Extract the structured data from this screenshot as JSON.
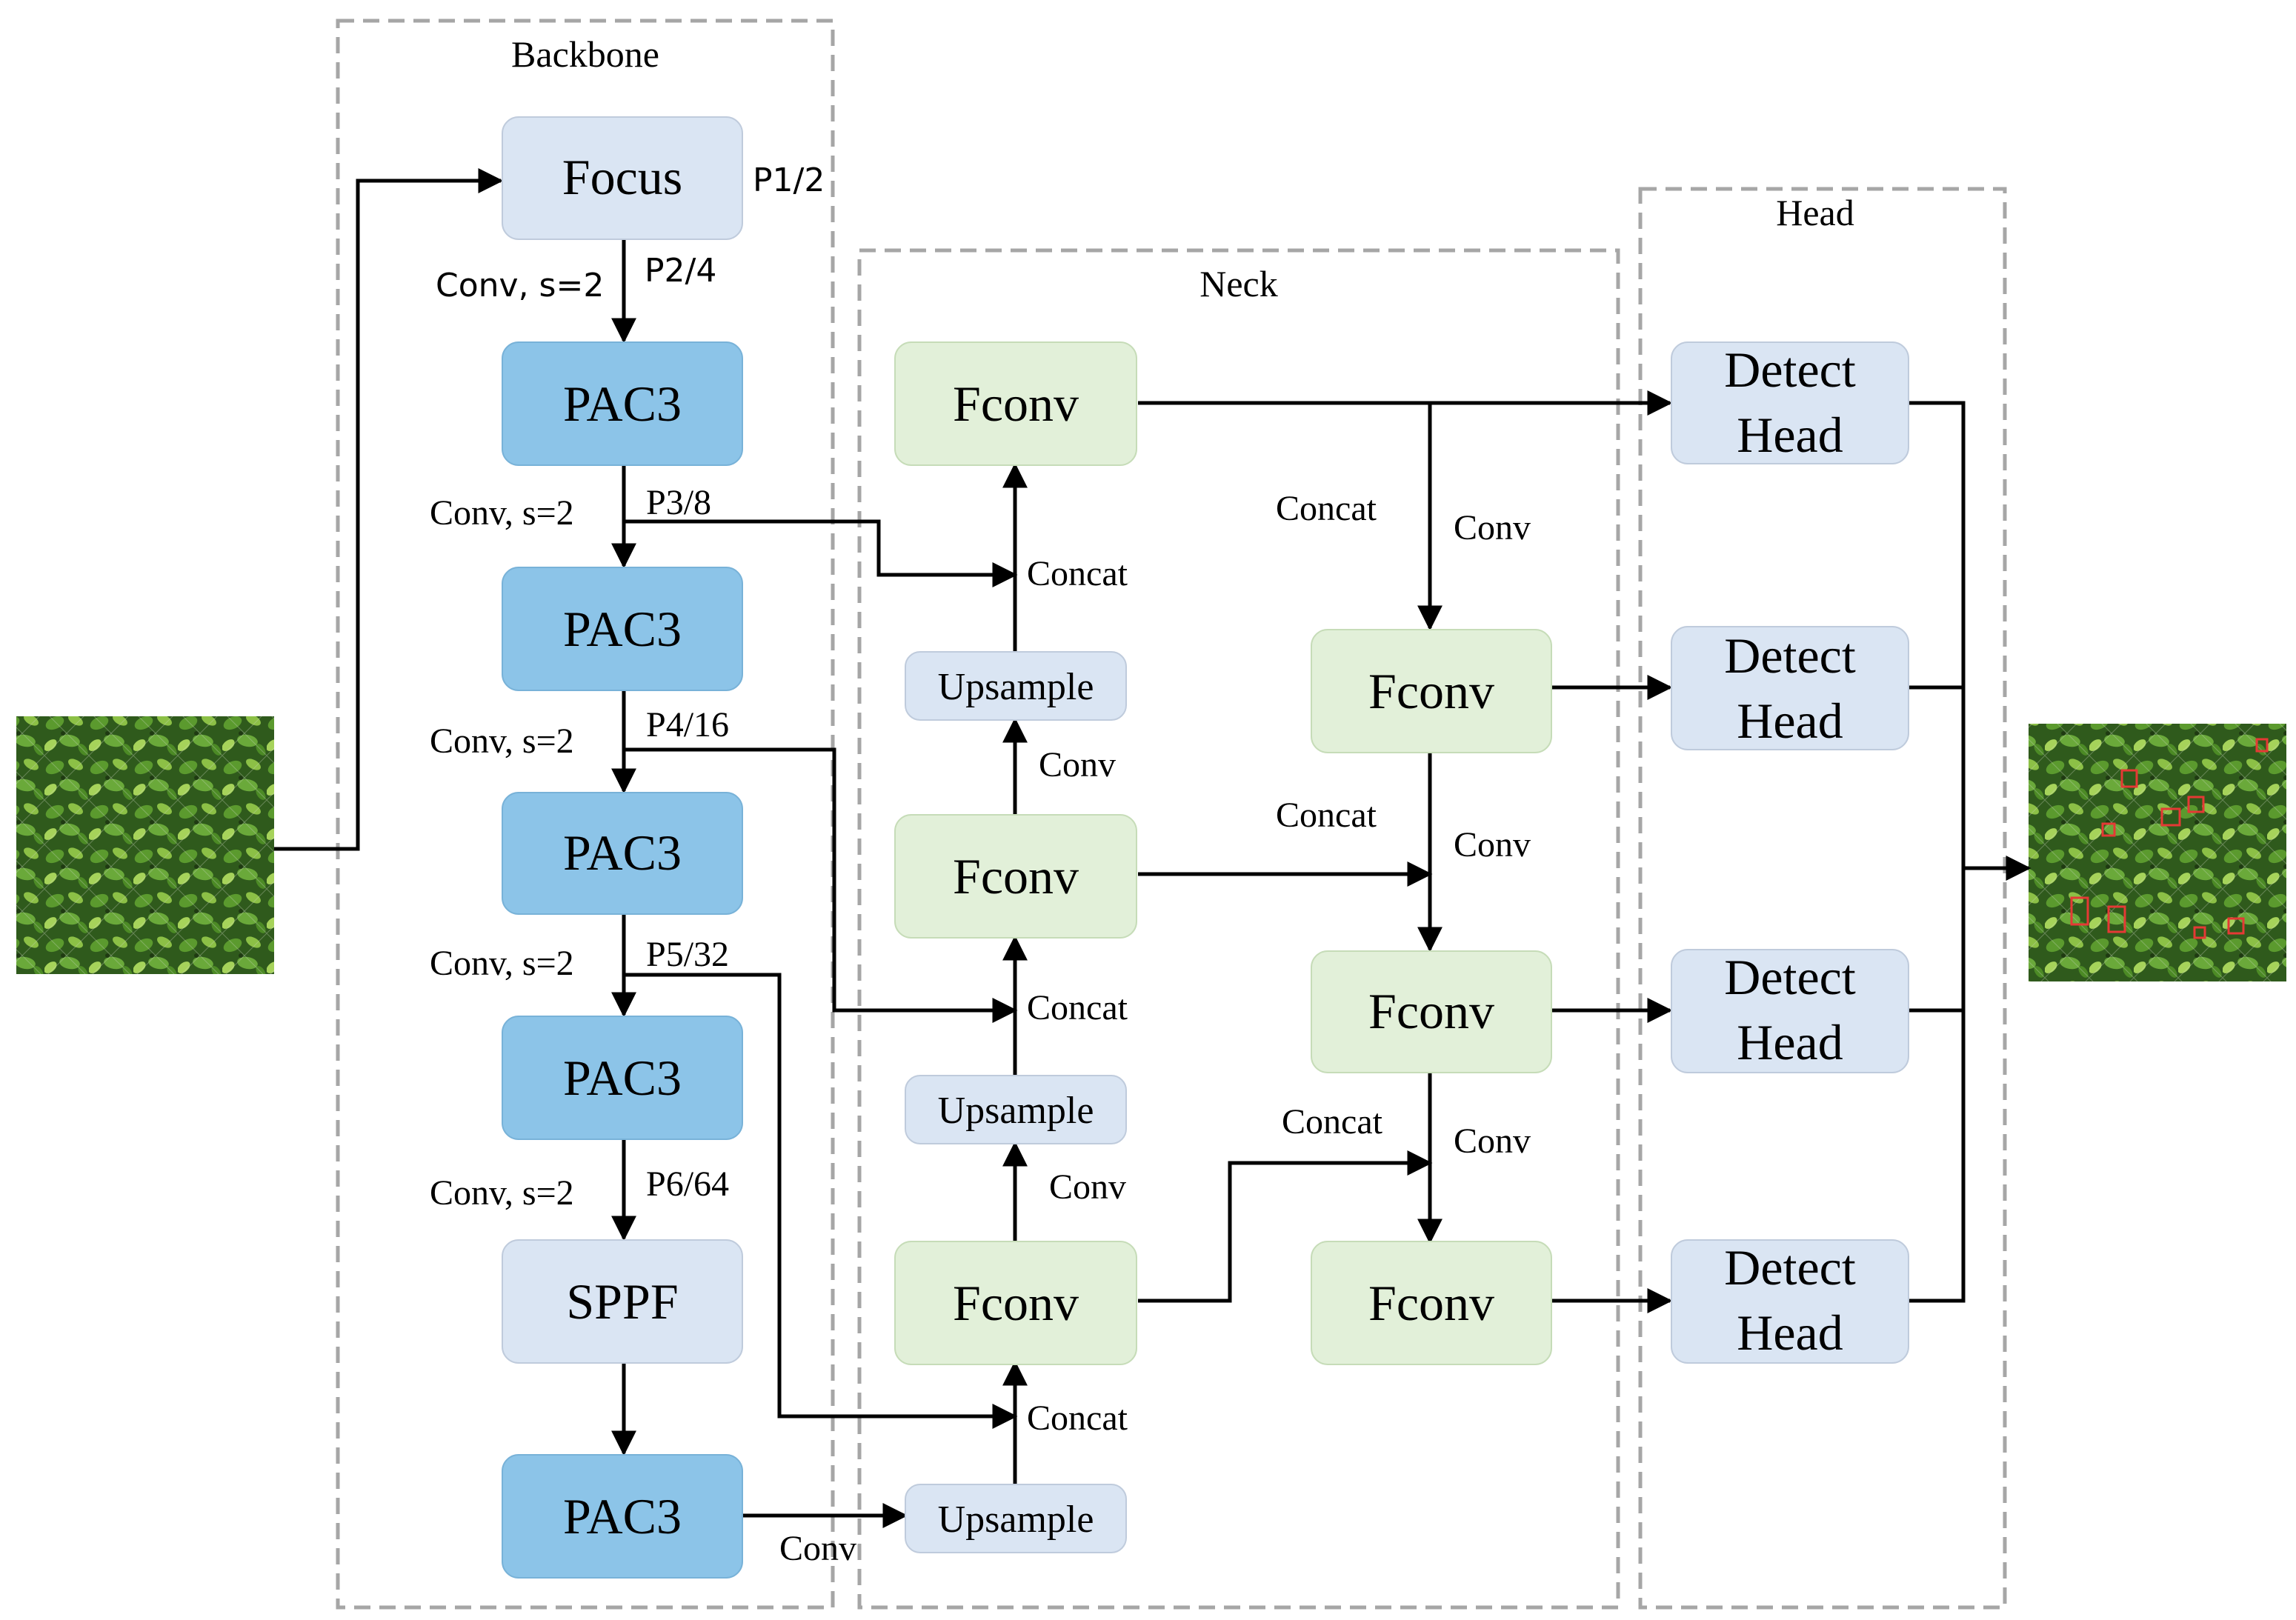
{
  "groups": {
    "backbone": "Backbone",
    "neck": "Neck",
    "head": "Head"
  },
  "backbone": {
    "focus": "Focus",
    "pac3_1": "PAC3",
    "pac3_2": "PAC3",
    "pac3_3": "PAC3",
    "pac3_4": "PAC3",
    "sppf": "SPPF",
    "pac3_5": "PAC3"
  },
  "backbone_labels": {
    "p1": "P1/2",
    "p2": "P2/4",
    "p3": "P3/8",
    "p4": "P4/16",
    "p5": "P5/32",
    "p6": "P6/64",
    "conv1": "Conv, s=2",
    "conv2": "Conv, s=2",
    "conv3": "Conv, s=2",
    "conv4": "Conv, s=2",
    "conv5": "Conv, s=2"
  },
  "neck": {
    "fconv_top": "Fconv",
    "upsample_1": "Upsample",
    "fconv_mid": "Fconv",
    "upsample_2": "Upsample",
    "fconv_low": "Fconv",
    "upsample_3": "Upsample",
    "fconv_r1": "Fconv",
    "fconv_r2": "Fconv",
    "fconv_r3": "Fconv"
  },
  "neck_labels": {
    "concat_1": "Concat",
    "concat_2": "Concat",
    "concat_3": "Concat",
    "conv_up1": "Conv",
    "conv_up2": "Conv",
    "conv_bottom": "Conv",
    "concat_r1": "Concat",
    "conv_r1": "Conv",
    "concat_r2": "Concat",
    "conv_r2": "Conv",
    "concat_r3": "Concat",
    "conv_r3": "Conv"
  },
  "head": {
    "detect_1": [
      "Detect",
      "Head"
    ],
    "detect_2": [
      "Detect",
      "Head"
    ],
    "detect_3": [
      "Detect",
      "Head"
    ],
    "detect_4": [
      "Detect",
      "Head"
    ]
  },
  "colors": {
    "pac3_fill": "#8cc4e8",
    "light_blue_fill": "#dae5f3",
    "green_fill": "#e2f0d9",
    "group_border": "#a6a6a6",
    "line": "#000000",
    "detection_box": "#e53935"
  }
}
